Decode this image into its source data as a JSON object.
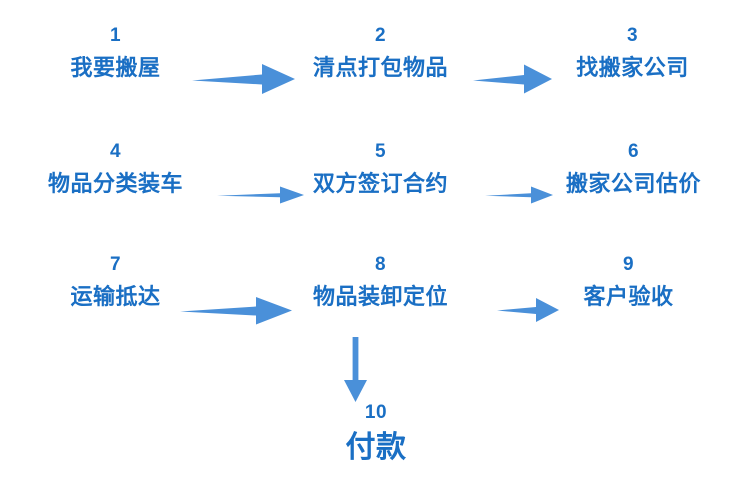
{
  "diagram": {
    "title_text": "",
    "palette": {
      "text_blue": "#1a6fc4",
      "arrow_blue": "#4a90d9",
      "arrow_blue_light": "#5a9ee0",
      "background": "#ffffff"
    },
    "steps": [
      {
        "number": "1",
        "label": "我要搬屋"
      },
      {
        "number": "2",
        "label": "清点打包物品"
      },
      {
        "number": "3",
        "label": "找搬家公司"
      },
      {
        "number": "4",
        "label": "物品分类装车"
      },
      {
        "number": "5",
        "label": "双方签订合约"
      },
      {
        "number": "6",
        "label": "搬家公司估价"
      },
      {
        "number": "7",
        "label": "运输抵达"
      },
      {
        "number": "8",
        "label": "物品装卸定位"
      },
      {
        "number": "9",
        "label": "客户验收"
      },
      {
        "number": "10",
        "label": "付款"
      }
    ],
    "connectors": [
      {
        "name": "arrow-1-to-2",
        "direction": "right",
        "style": "thick-tapered"
      },
      {
        "name": "arrow-2-to-3",
        "direction": "right",
        "style": "thick-tapered"
      },
      {
        "name": "arrow-4-to-5",
        "direction": "right",
        "style": "thin-line"
      },
      {
        "name": "arrow-5-to-6",
        "direction": "right",
        "style": "thin-line"
      },
      {
        "name": "arrow-7-to-8",
        "direction": "right",
        "style": "thick-tapered"
      },
      {
        "name": "arrow-8-to-9",
        "direction": "right",
        "style": "medium-tapered"
      },
      {
        "name": "arrow-8-to-10",
        "direction": "down",
        "style": "thin-line"
      }
    ]
  }
}
